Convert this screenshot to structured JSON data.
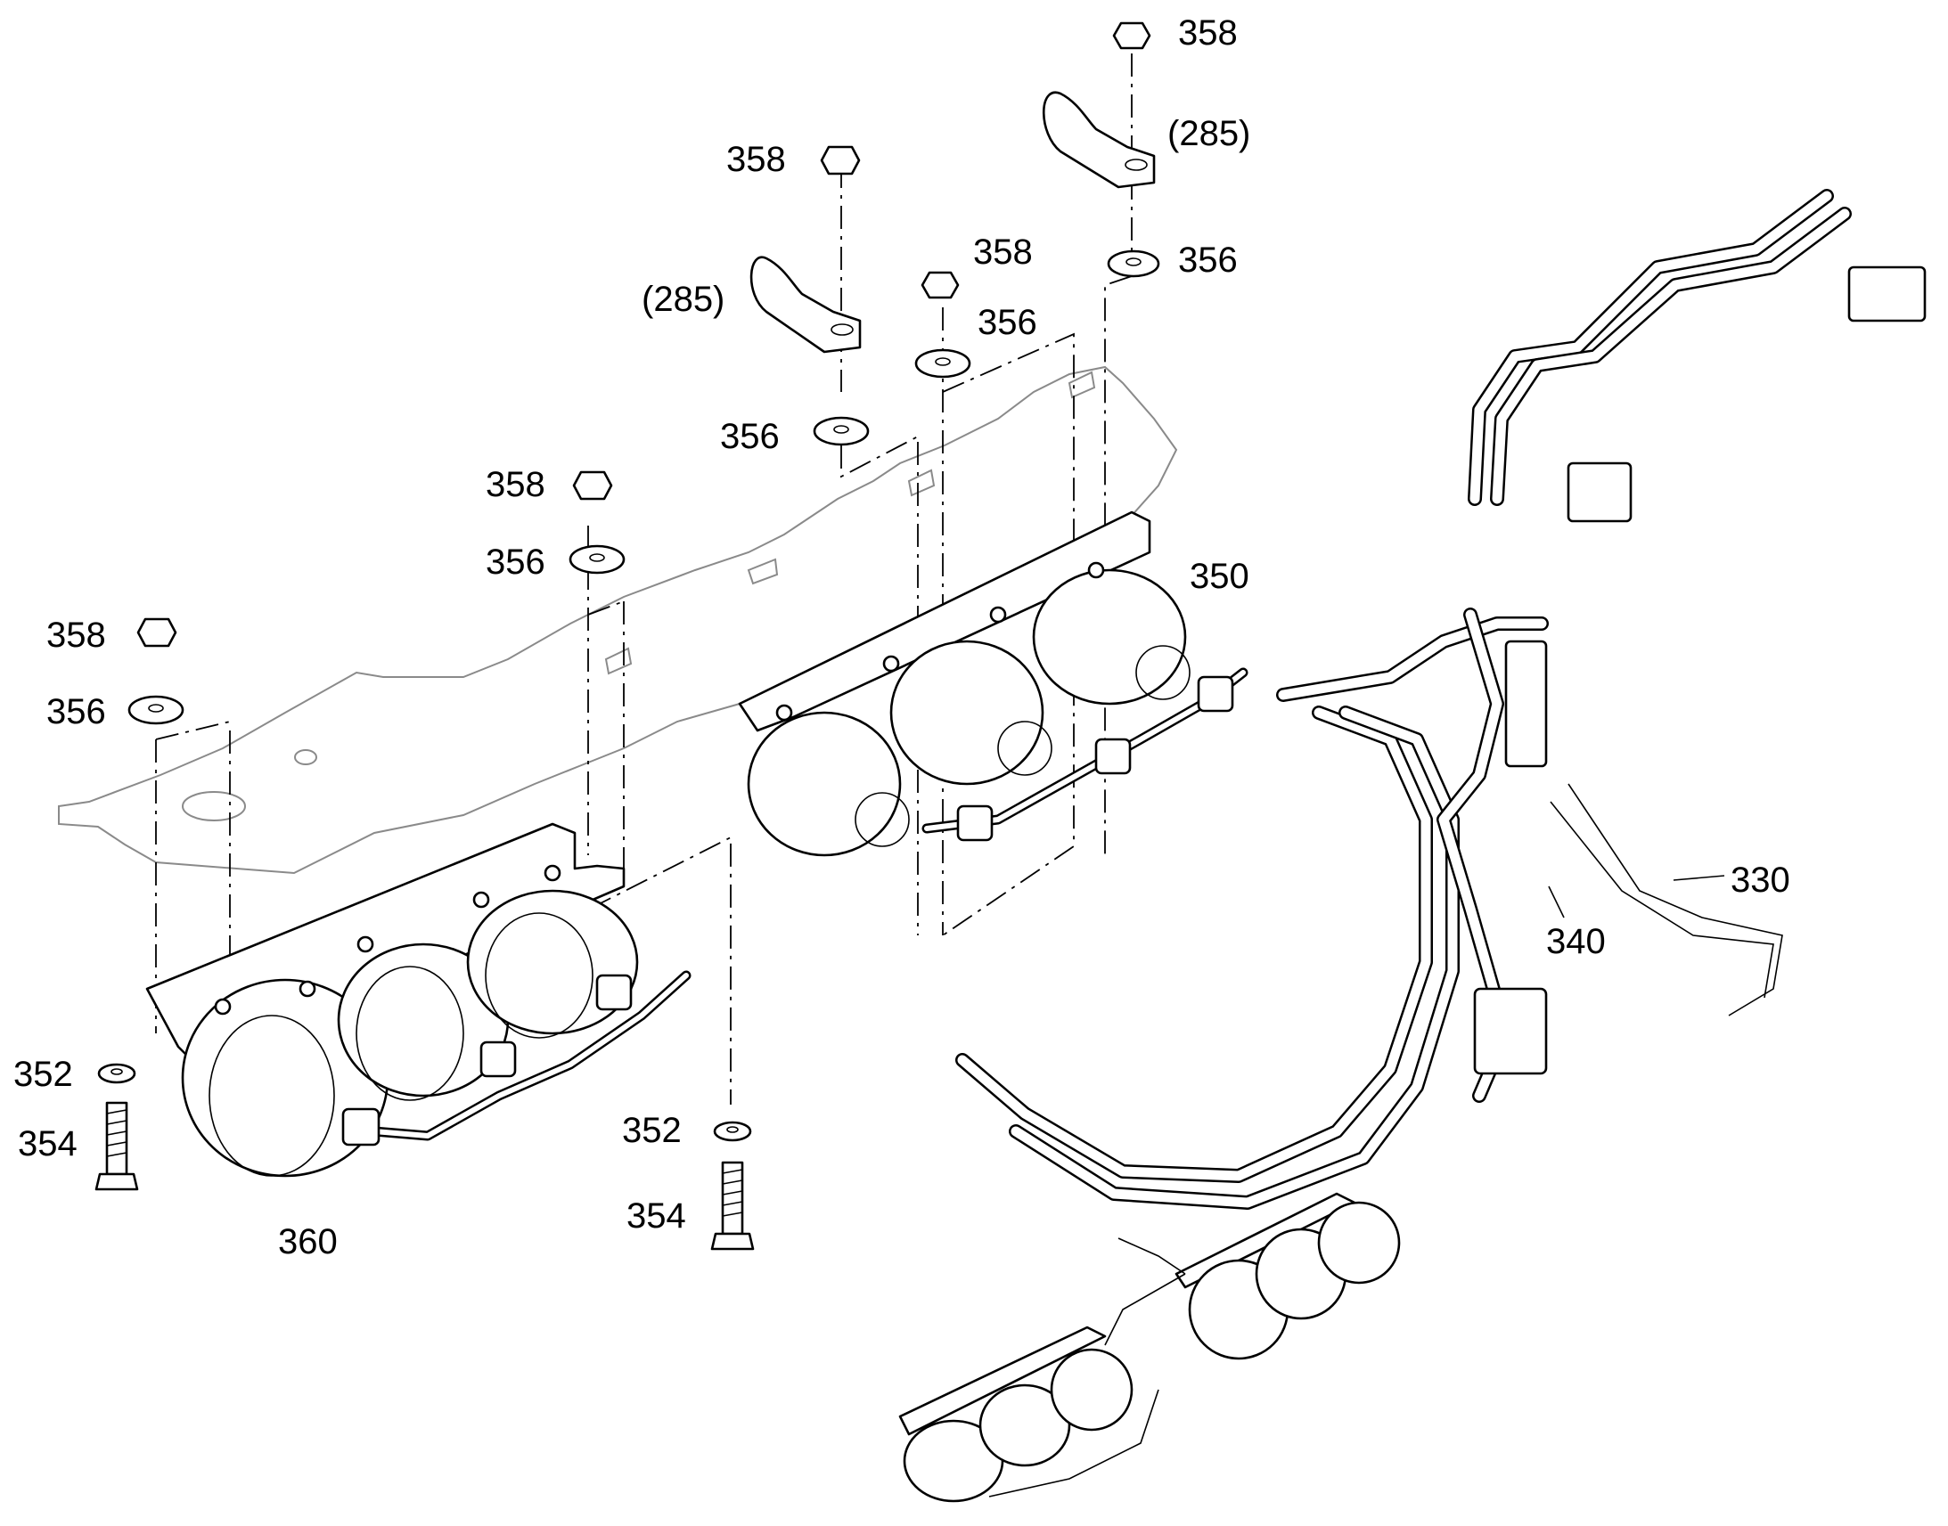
{
  "callouts": {
    "c358_top": "358",
    "c285_right": "(285)",
    "c356_right": "356",
    "c358_mid_left": "358",
    "c285_left": "(285)",
    "c358_mid": "358",
    "c356_mid": "356",
    "c356_mid_left": "356",
    "c358_center": "358",
    "c356_center": "356",
    "c350": "350",
    "c358_left": "358",
    "c356_left": "356",
    "c330": "330",
    "c340": "340",
    "c352_left": "352",
    "c354_left": "354",
    "c352_center": "352",
    "c354_center": "354",
    "c360": "360"
  }
}
